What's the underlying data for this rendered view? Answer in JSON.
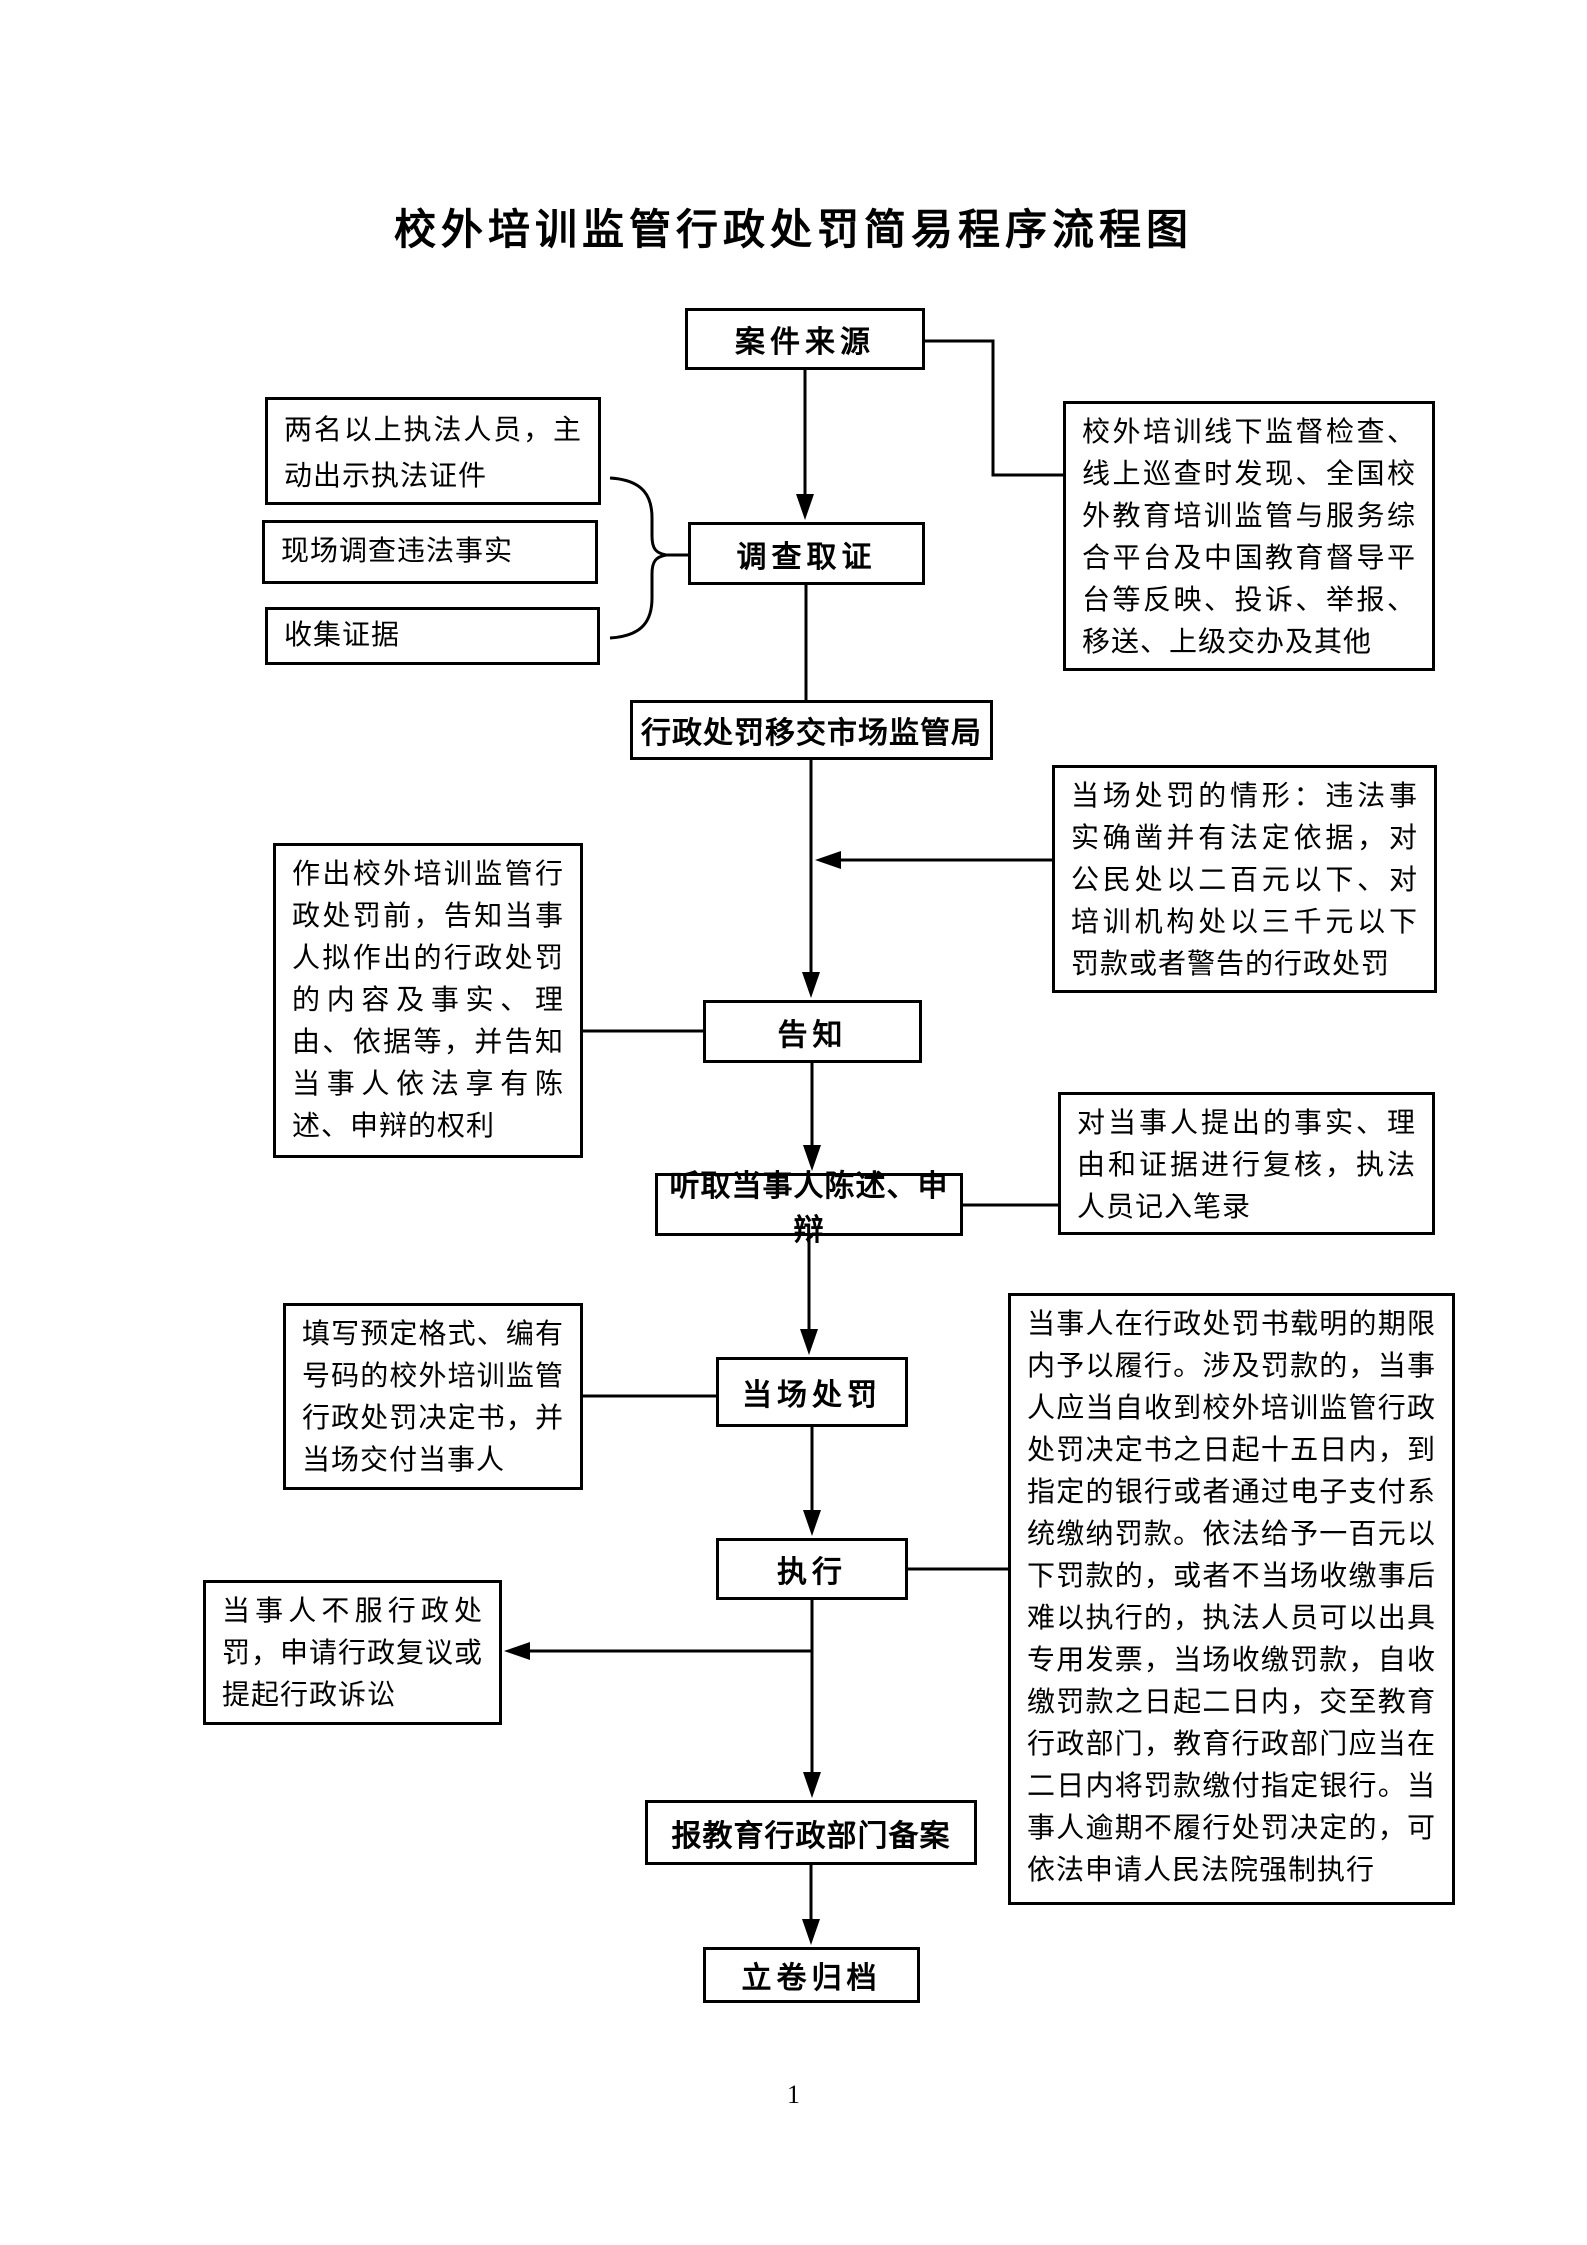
{
  "page": {
    "title": "校外培训监管行政处罚简易程序流程图",
    "page_number": "1"
  },
  "flow": {
    "case_source": "案件来源",
    "investigate": "调查取证",
    "transfer_market_bureau": "行政处罚移交市场监管局",
    "inform": "告知",
    "listen_statement": "听取当事人陈述、申辩",
    "onsite_penalty": "当场处罚",
    "execute": "执行",
    "report_education_dept": "报教育行政部门备案",
    "archive": "立卷归档"
  },
  "annotations": {
    "two_officers": "两名以上执法人员，主动出示执法证件",
    "onsite_investigation": "现场调查违法事实",
    "collect_evidence": "收集证据",
    "prior_notice": "作出校外培训监管行政处罚前，告知当事人拟作出的行政处罚的内容及事实、理由、依据等，并告知当事人依法享有陈述、申辩的权利",
    "fill_decision": "填写预定格式、编有号码的校外培训监管行政处罚决定书，并当场交付当事人",
    "objection": "当事人不服行政处罚，申请行政复议或提起行政诉讼",
    "case_channels": "校外培训线下监督检查、线上巡查时发现、全国校外教育培训监管与服务综合平台及中国教育督导平台等反映、投诉、举报、移送、上级交办及其他",
    "onsite_penalty_conditions": "当场处罚的情形：违法事实确凿并有法定依据，对公民处以二百元以下、对培训机构处以三千元以下罚款或者警告的行政处罚",
    "review_record": "对当事人提出的事实、理由和证据进行复核，执法人员记入笔录",
    "execution_detail": "当事人在行政处罚书载明的期限内予以履行。涉及罚款的，当事人应当自收到校外培训监管行政处罚决定书之日起十五日内，到指定的银行或者通过电子支付系统缴纳罚款。依法给予一百元以下罚款的，或者不当场收缴事后难以执行的，执法人员可以出具专用发票，当场收缴罚款，自收缴罚款之日起二日内，交至教育行政部门，教育行政部门应当在二日内将罚款缴付指定银行。当事人逾期不履行处罚决定的，可依法申请人民法院强制执行"
  },
  "colors": {
    "line": "#000000",
    "background": "#ffffff",
    "text": "#000000"
  }
}
